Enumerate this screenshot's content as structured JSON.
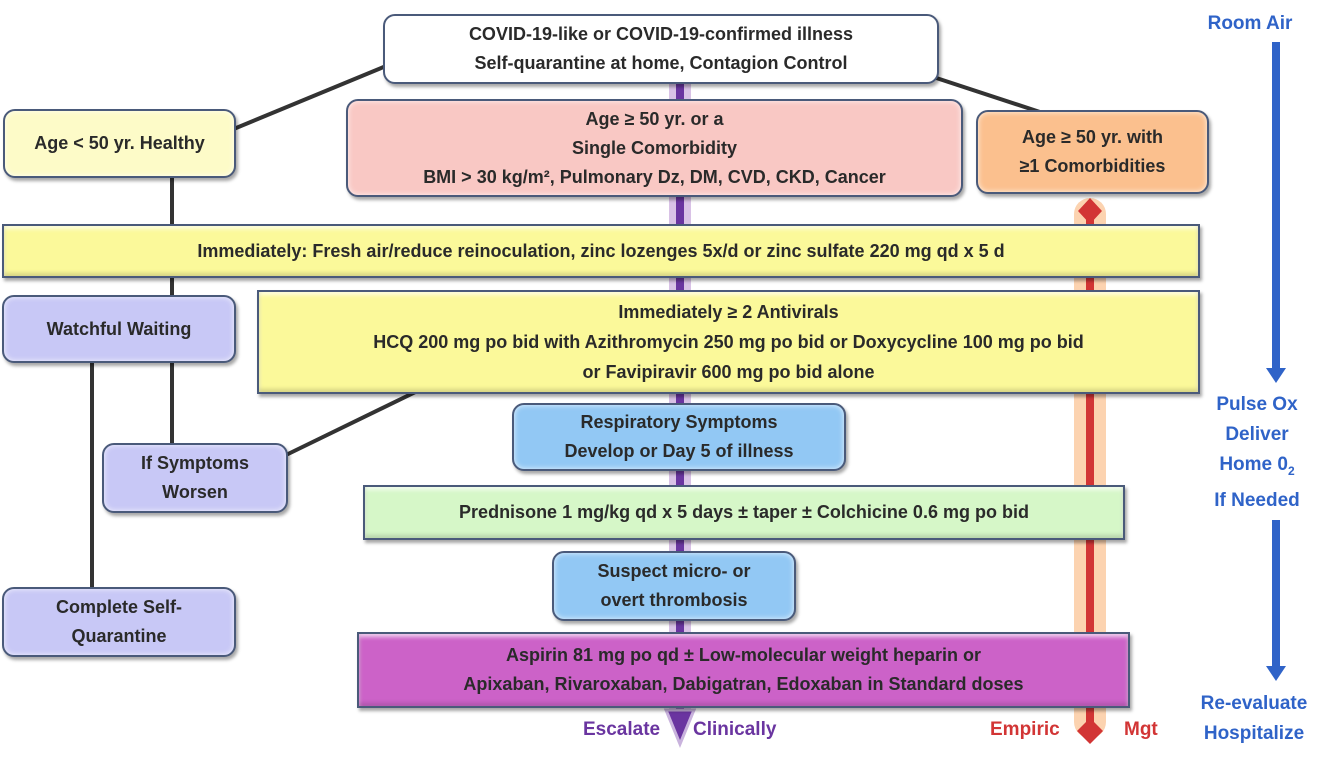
{
  "colors": {
    "white_box": "#ffffff",
    "healthy_box": "#fdfbc8",
    "single_comorbidity_box": "#f9c8c4",
    "multi_comorbidity_box": "#fbc08e",
    "yellow_bar": "#fbf99a",
    "lavender_box": "#c8c8f6",
    "blue_box": "#92c8f4",
    "green_bar": "#d6f7c8",
    "magenta_bar": "#cc62c8",
    "escalate_purple": "#6a35a0",
    "empiric_red": "#d23535",
    "side_blue": "#2f63c8"
  },
  "nodes": {
    "initial": {
      "lines": [
        "COVID-19-like or COVID-19-confirmed illness",
        "Self-quarantine at home, Contagion Control"
      ]
    },
    "healthy": {
      "lines": [
        "Age < 50 yr. Healthy"
      ]
    },
    "single_comorbidity": {
      "lines": [
        "Age ≥ 50 yr. or a",
        "Single Comorbidity",
        "BMI > 30 kg/m², Pulmonary Dz, DM, CVD, CKD, Cancer"
      ]
    },
    "multi_comorbidity": {
      "lines": [
        "Age ≥ 50 yr. with",
        "≥1 Comorbidities"
      ]
    },
    "immediately_bar": {
      "lines": [
        "Immediately:  Fresh air/reduce reinoculation, zinc lozenges 5x/d or zinc sulfate 220 mg qd x 5 d"
      ]
    },
    "watchful_waiting": {
      "lines": [
        "Watchful Waiting"
      ]
    },
    "antivirals": {
      "lines": [
        "Immediately ≥ 2 Antivirals",
        "HCQ 200 mg po bid with Azithromycin 250 mg po bid or Doxycycline 100 mg po bid",
        "or Favipiravir 600 mg po bid alone"
      ]
    },
    "symptoms_worsen": {
      "lines": [
        "If Symptoms",
        "Worsen"
      ]
    },
    "respiratory": {
      "lines": [
        "Respiratory Symptoms",
        "Develop or Day 5 of illness"
      ]
    },
    "prednisone": {
      "lines": [
        "Prednisone 1 mg/kg qd x 5 days ± taper ± Colchicine 0.6 mg po bid"
      ]
    },
    "thrombosis": {
      "lines": [
        "Suspect micro- or",
        "overt thrombosis"
      ]
    },
    "complete_quarantine": {
      "lines": [
        "Complete Self-",
        "Quarantine"
      ]
    },
    "anticoagulation": {
      "lines": [
        "Aspirin 81 mg po qd ± Low-molecular weight heparin or",
        "Apixaban, Rivaroxaban, Dabigatran, Edoxaban in Standard doses"
      ]
    }
  },
  "bottom_labels": {
    "escalate_left": "Escalate",
    "escalate_right": "Clinically",
    "empiric_left": "Empiric",
    "empiric_right": "Mgt"
  },
  "side_track": {
    "room_air": "Room Air",
    "pulse_ox": [
      "Pulse Ox",
      "Deliver",
      "Home 0",
      "If Needed"
    ],
    "pulse_ox_subscript": "2",
    "reevaluate": [
      "Re-evaluate",
      "Hospitalize"
    ]
  }
}
